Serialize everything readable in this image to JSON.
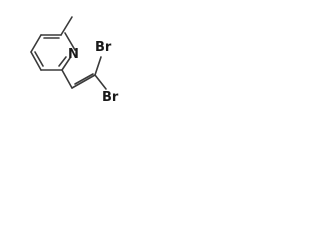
{
  "molecule": {
    "atoms": {
      "ring_nitrogen": "N",
      "bromine_top": "Br",
      "bromine_bottom": "Br"
    }
  }
}
